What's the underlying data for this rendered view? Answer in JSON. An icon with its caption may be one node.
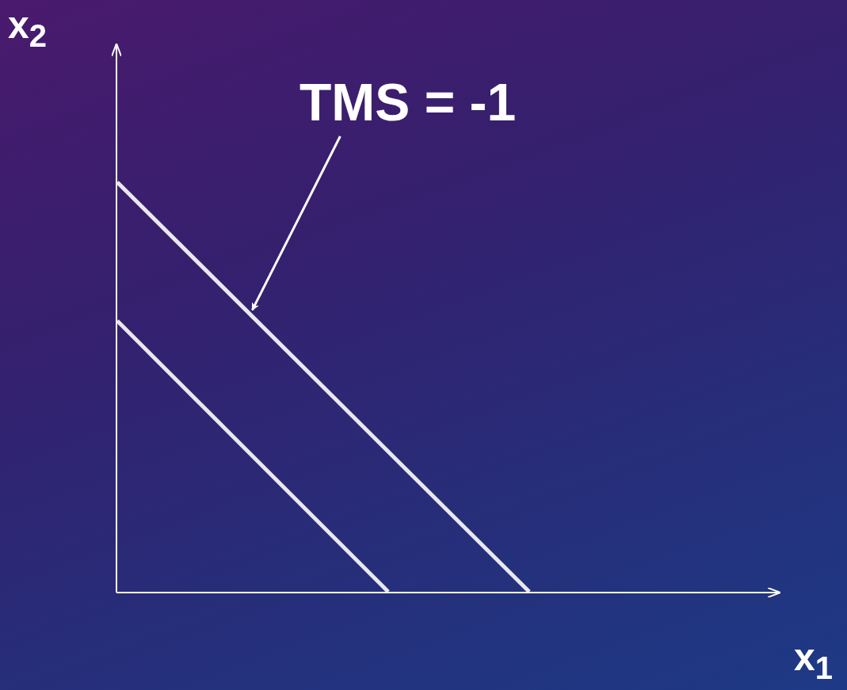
{
  "diagram": {
    "nodes": [
      {
        "text": [
          "TMS = -1"
        ]
      },
      {
        "text": [],
        "shape": "line"
      }
    ],
    "edges": [
      {
        "from": 0,
        "to": 1,
        "arrow": "to"
      }
    ],
    "labels": [
      "x$_{2}$",
      "x$_{1}$"
    ]
  }
}
